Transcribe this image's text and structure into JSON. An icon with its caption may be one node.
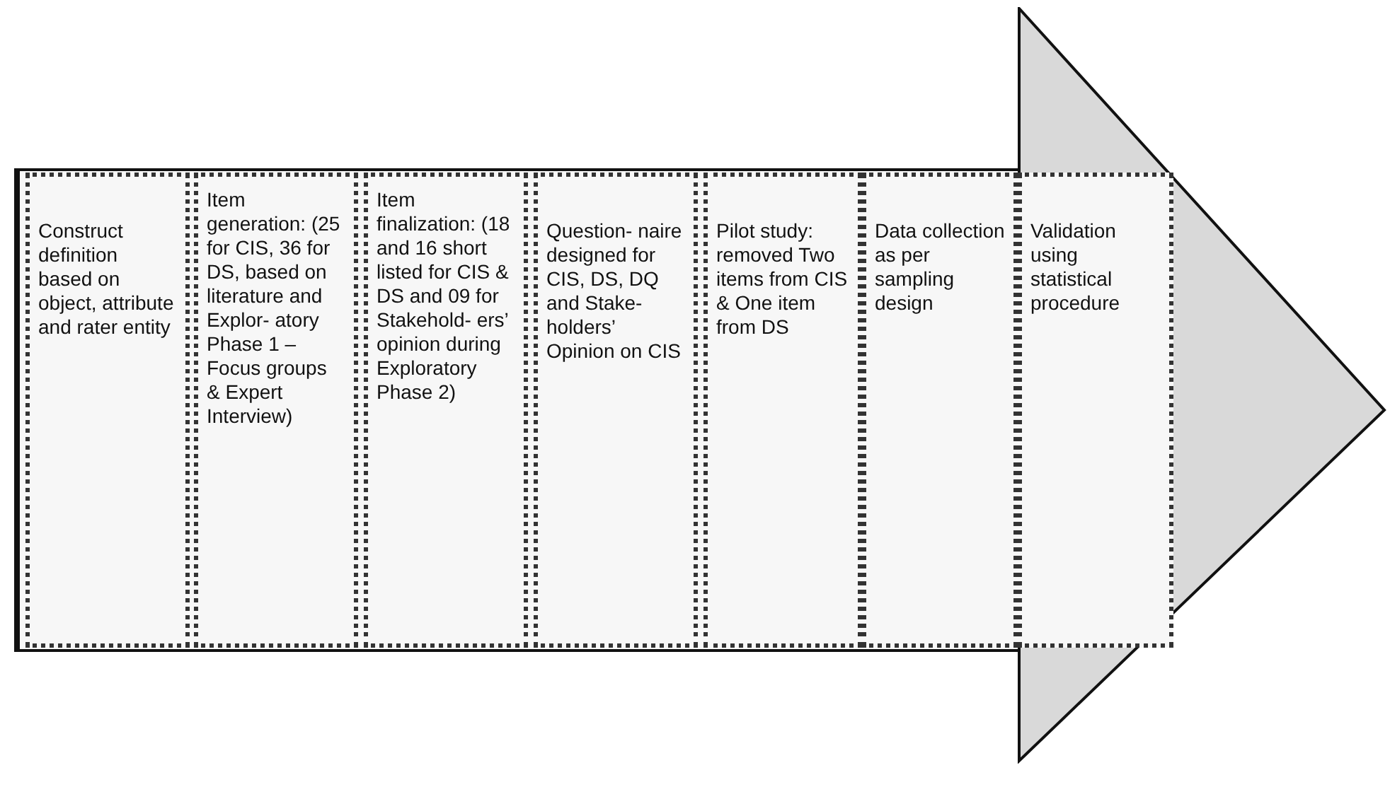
{
  "diagram": {
    "nodes": [
      {
        "text": [],
        "shape": "arrow"
      },
      {
        "text": [
          "Construct definition based on object, attribute and rater entity"
        ],
        "in": 0
      },
      {
        "text": [
          "Item generation: (25 for CIS, 36 for DS, based on literature and Explor- atory Phase 1 – Focus groups & Expert Interview)"
        ],
        "in": 0
      },
      {
        "text": [
          "Item finalization: (18 and 16 short listed for CIS & DS and 09 for Stakehold- ers’ opinion during Exploratory Phase 2)"
        ],
        "in": 0
      },
      {
        "text": [
          "Question- naire designed for CIS, DS, DQ and Stake- holders’ Opinion on CIS"
        ],
        "in": 0
      },
      {
        "text": [
          "Pilot study: removed Two items from CIS & One item from DS"
        ],
        "in": 0
      },
      {
        "text": [
          "Data collection as per sampling design"
        ],
        "in": 0
      },
      {
        "text": [
          "Validation using statistical procedure"
        ],
        "in": 0
      }
    ]
  }
}
